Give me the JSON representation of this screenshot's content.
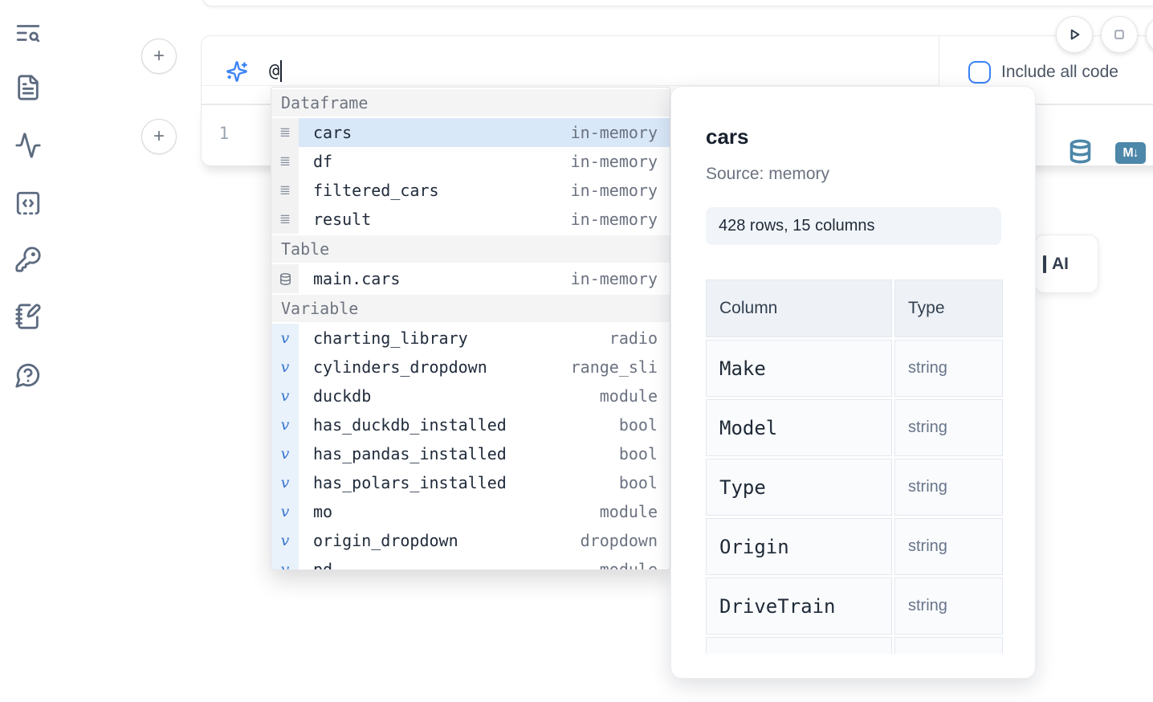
{
  "sidebar": {
    "icons": [
      "table-of-contents-search",
      "file",
      "activity",
      "code-cell",
      "key",
      "scratchpad-pen",
      "help-chat"
    ]
  },
  "run_controls": {
    "run": "play-icon",
    "stop": "stop-icon"
  },
  "ai_panel": {
    "input_value": "@",
    "checkbox_checked": false,
    "checkbox_label": "Include all code"
  },
  "cell": {
    "line_number": "1",
    "actions": {
      "database_icon": "database",
      "markdown_badge": "M↓"
    }
  },
  "autocomplete": {
    "sections": [
      {
        "label": "Dataframe",
        "items": [
          {
            "name": "cars",
            "type": "in-memory",
            "selected": true
          },
          {
            "name": "df",
            "type": "in-memory"
          },
          {
            "name": "filtered_cars",
            "type": "in-memory"
          },
          {
            "name": "result",
            "type": "in-memory"
          }
        ]
      },
      {
        "label": "Table",
        "items": [
          {
            "name": "main.cars",
            "type": "in-memory"
          }
        ]
      },
      {
        "label": "Variable",
        "items": [
          {
            "name": "charting_library",
            "type": "radio"
          },
          {
            "name": "cylinders_dropdown",
            "type": "range_sli"
          },
          {
            "name": "duckdb",
            "type": "module"
          },
          {
            "name": "has_duckdb_installed",
            "type": "bool"
          },
          {
            "name": "has_pandas_installed",
            "type": "bool"
          },
          {
            "name": "has_polars_installed",
            "type": "bool"
          },
          {
            "name": "mo",
            "type": "module"
          },
          {
            "name": "origin_dropdown",
            "type": "dropdown"
          },
          {
            "name": "pd",
            "type": "module"
          }
        ]
      }
    ]
  },
  "preview": {
    "title": "cars",
    "source": "Source: memory",
    "shape": "428 rows, 15 columns",
    "table": {
      "headers": [
        "Column",
        "Type"
      ],
      "rows": [
        {
          "column": "Make",
          "type": "string"
        },
        {
          "column": "Model",
          "type": "string"
        },
        {
          "column": "Type",
          "type": "string"
        },
        {
          "column": "Origin",
          "type": "string"
        },
        {
          "column": "DriveTrain",
          "type": "string"
        }
      ]
    }
  },
  "ai_generate_button": {
    "visible_label": "AI"
  },
  "colors": {
    "accent_blue": "#3b82f6",
    "steel_blue": "#4d87a9",
    "selection_blue": "#d9e8f8",
    "variable_gutter_blue": "#e9f1fb",
    "section_header_bg": "#f4f4f5",
    "muted_text": "#6b7280"
  }
}
